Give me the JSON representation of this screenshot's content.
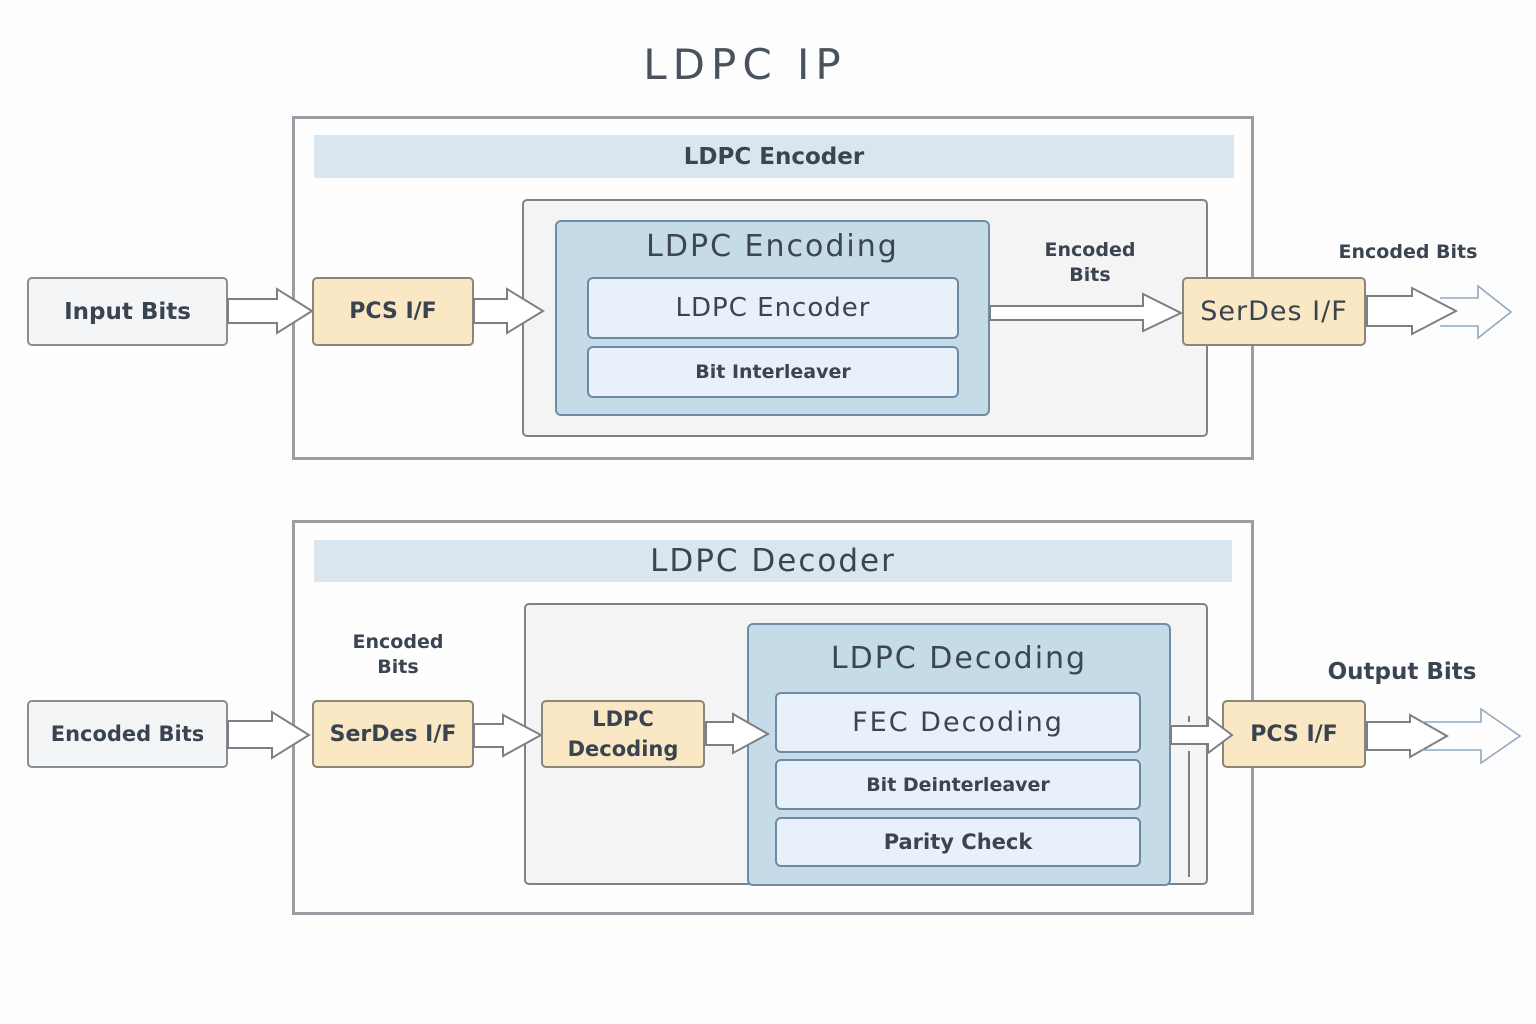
{
  "title": "LDPC IP",
  "encoder": {
    "section_title": "LDPC Encoder",
    "input_label": "Input Bits",
    "pcs_if": "PCS I/F",
    "encoding_panel": {
      "title": "LDPC Encoding",
      "blocks": [
        "LDPC Encoder",
        "Bit Interleaver"
      ]
    },
    "mid_label": {
      "line1": "Encoded",
      "line2": "Bits"
    },
    "serdes_if": "SerDes I/F",
    "output_label": "Encoded Bits"
  },
  "decoder": {
    "section_title": "LDPC Decoder",
    "input_label": "Encoded Bits",
    "pre_label": {
      "line1": "Encoded",
      "line2": "Bits"
    },
    "serdes_if": "SerDes I/F",
    "ldpc_decoding_box": {
      "line1": "LDPC",
      "line2": "Decoding"
    },
    "decoding_panel": {
      "title": "LDPC Decoding",
      "blocks": [
        "FEC Decoding",
        "Bit Deinterleaver",
        "Parity Check"
      ]
    },
    "pcs_if": "PCS I/F",
    "output_label": "Output Bits"
  },
  "colors": {
    "interface_block": "#fae8c4",
    "panel_blue": "#c6dbe8",
    "band_blue": "#d9e5ef",
    "text": "#3b4552"
  }
}
